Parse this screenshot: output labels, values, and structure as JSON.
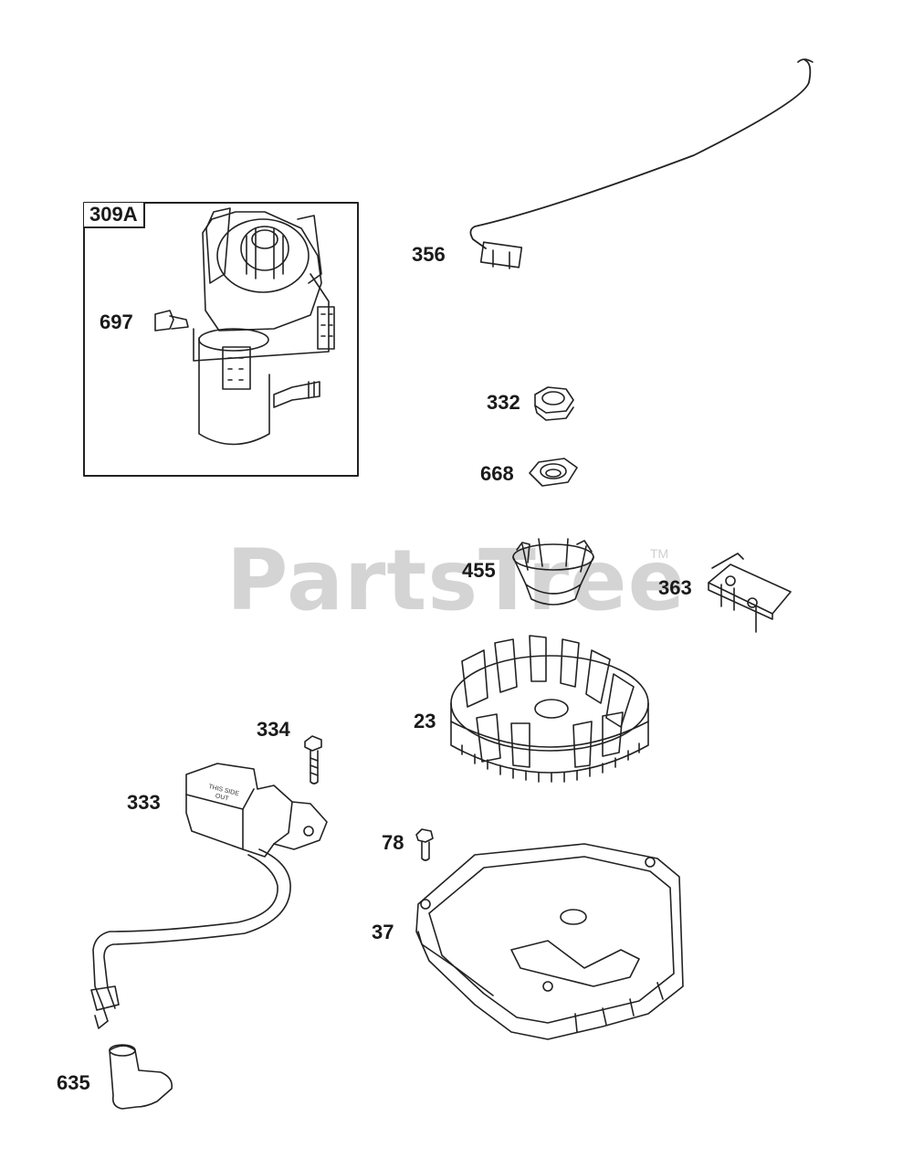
{
  "watermark": {
    "text": "PartsTree",
    "tm": "TM"
  },
  "box_label": "309A",
  "callouts": {
    "p697": "697",
    "p356": "356",
    "p332": "332",
    "p668": "668",
    "p455": "455",
    "p363": "363",
    "p334": "334",
    "p23": "23",
    "p333": "333",
    "p78": "78",
    "p37": "37",
    "p635": "635"
  },
  "part_text": {
    "coil_marking": "THIS SIDE OUT"
  },
  "colors": {
    "line": "#222222",
    "shade": "#9a9a9a",
    "watermark": "#d4d4d4"
  }
}
